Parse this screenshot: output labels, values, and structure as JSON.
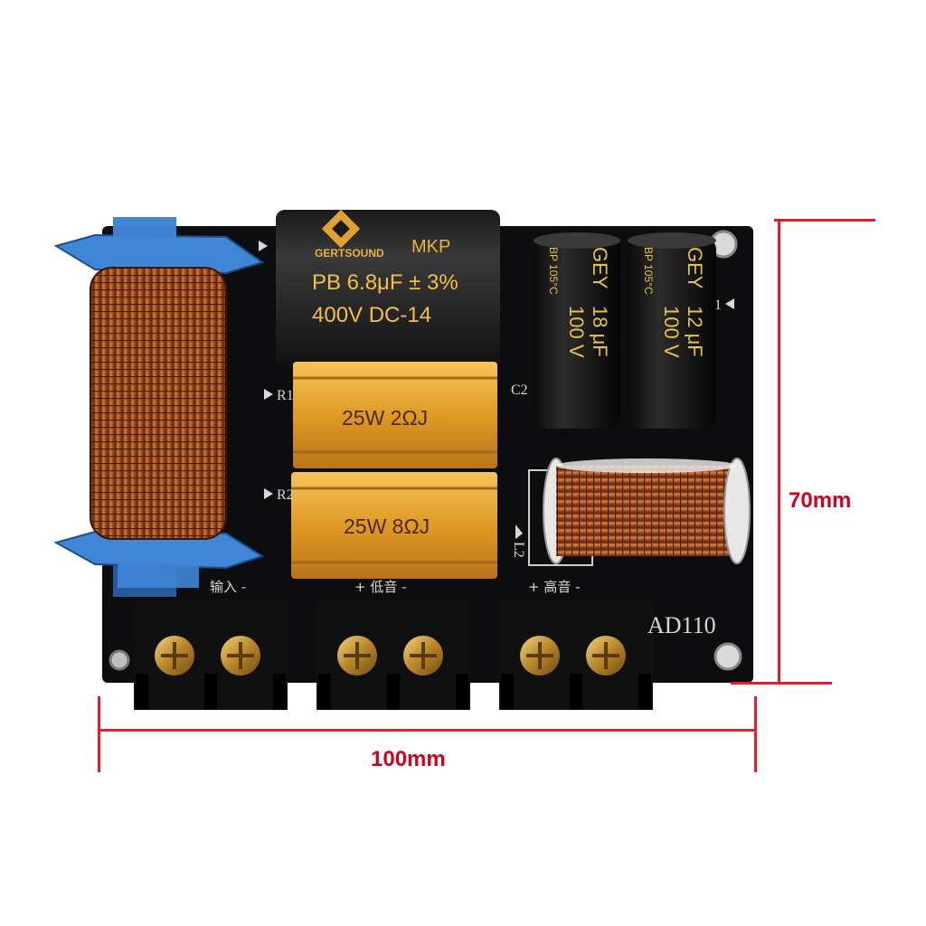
{
  "board": {
    "model": "AD110",
    "silkscreen": {
      "r1": "R1",
      "r2": "R2",
      "c2": "C2",
      "l2": "L2",
      "l1": "1",
      "input": "输入 -",
      "low": "+ 低音 -",
      "high": "+ 高音 -"
    }
  },
  "capacitor_film": {
    "brand": "GERTSOUND",
    "type": "MKP",
    "line1": "PB 6.8μF ± 3%",
    "line2": "400V DC-14"
  },
  "resistors": [
    {
      "label": "25W 2ΩJ"
    },
    {
      "label": "25W 8ΩJ"
    }
  ],
  "electrolytic_caps": [
    {
      "brand": "GEY",
      "value": "18 μF",
      "voltage": "100 V",
      "temp": "BP 105°C"
    },
    {
      "brand": "GEY",
      "value": "12 μF",
      "voltage": "100 V",
      "temp": "BP 105°C"
    }
  ],
  "dimensions": {
    "width_label": "100mm",
    "height_label": "70mm"
  },
  "colors": {
    "pcb": "#0d0d0f",
    "copper": "#b8612a",
    "gold": "#e2a52a",
    "bobbin": "#3f86d6",
    "dimension": "#e3202a"
  }
}
